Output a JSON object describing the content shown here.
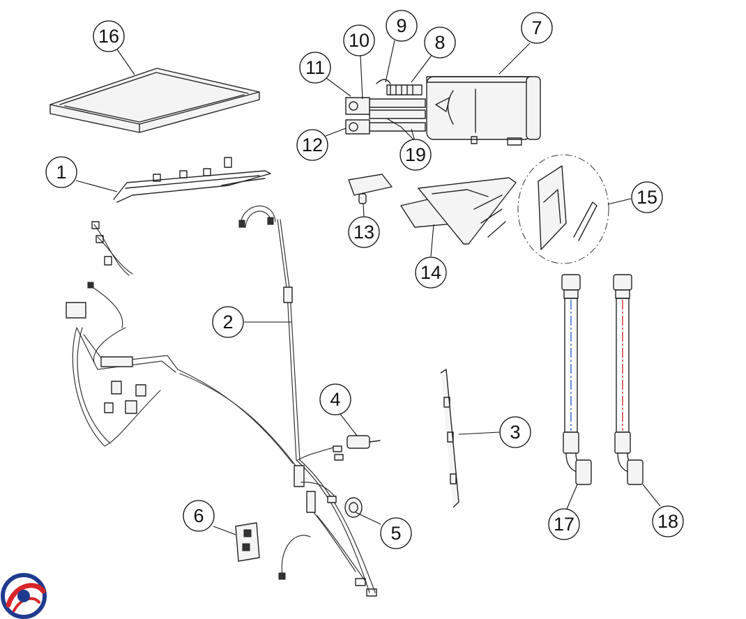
{
  "callouts": [
    {
      "id": "callout-1",
      "label": "1"
    },
    {
      "id": "callout-2",
      "label": "2"
    },
    {
      "id": "callout-3",
      "label": "3"
    },
    {
      "id": "callout-4",
      "label": "4"
    },
    {
      "id": "callout-5",
      "label": "5"
    },
    {
      "id": "callout-6",
      "label": "6"
    },
    {
      "id": "callout-7",
      "label": "7"
    },
    {
      "id": "callout-8",
      "label": "8"
    },
    {
      "id": "callout-9",
      "label": "9"
    },
    {
      "id": "callout-10",
      "label": "10"
    },
    {
      "id": "callout-11",
      "label": "11"
    },
    {
      "id": "callout-12",
      "label": "12"
    },
    {
      "id": "callout-13",
      "label": "13"
    },
    {
      "id": "callout-14",
      "label": "14"
    },
    {
      "id": "callout-15",
      "label": "15"
    },
    {
      "id": "callout-16",
      "label": "16"
    },
    {
      "id": "callout-17",
      "label": "17"
    },
    {
      "id": "callout-18",
      "label": "18"
    },
    {
      "id": "callout-19",
      "label": "19"
    }
  ],
  "colors": {
    "cold_hose_stripe": "#3a6fd0",
    "hot_hose_stripe": "#d03a3a",
    "logo_blue": "#1f3b8f",
    "logo_red": "#d9252a"
  },
  "logo": {
    "icon": "brand-logo-icon"
  }
}
